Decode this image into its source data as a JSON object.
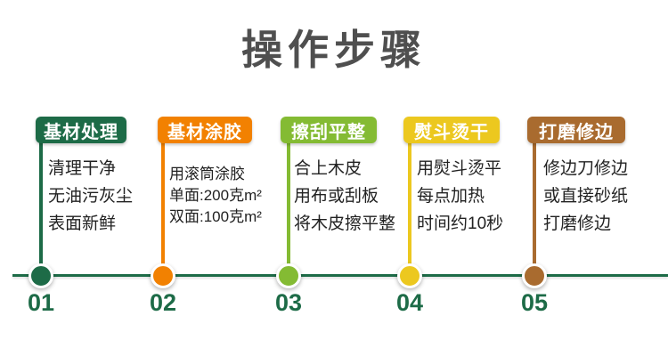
{
  "title": "操作步骤",
  "colors": {
    "title_text": "#4f4f4f",
    "body_text": "#222222",
    "timeline": "#1d6b47",
    "number_text": "#1d6b47",
    "header_label_text": "#ffffff"
  },
  "steps": [
    {
      "number": "01",
      "label": "基材处理",
      "color": "#1d6b47",
      "lines": [
        "清理干净",
        "无油污灰尘",
        "表面新鲜"
      ]
    },
    {
      "number": "02",
      "label": "基材涂胶",
      "color": "#f28101",
      "lines": [
        "用滚筒涂胶",
        "单面:200克m²",
        "双面:100克m²"
      ]
    },
    {
      "number": "03",
      "label": "擦刮平整",
      "color": "#84bb33",
      "lines": [
        "合上木皮",
        "用布或刮板",
        "将木皮擦平整"
      ]
    },
    {
      "number": "04",
      "label": "熨斗烫干",
      "color": "#ecc81f",
      "lines": [
        "用熨斗烫平",
        "每点加热",
        "时间约10秒"
      ]
    },
    {
      "number": "05",
      "label": "打磨修边",
      "color": "#a96b2f",
      "lines": [
        "修边刀修边",
        "或直接砂纸",
        "打磨修边"
      ]
    }
  ]
}
